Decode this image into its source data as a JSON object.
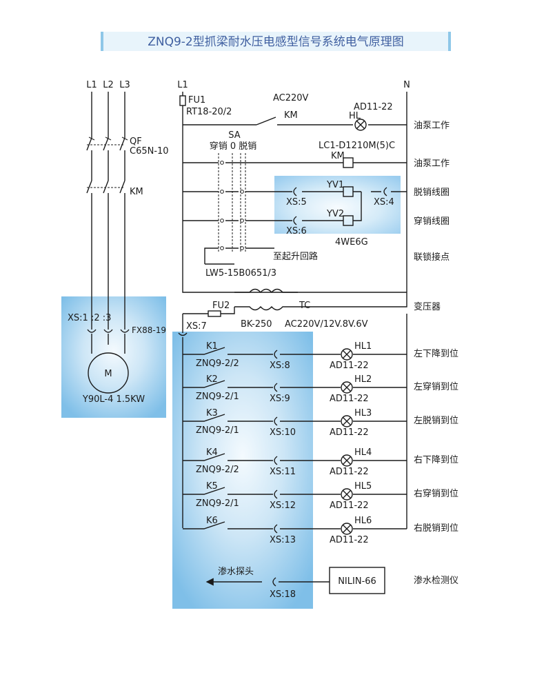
{
  "title": "ZNQ9-2型抓梁耐水压电感型信号系统电气原理图",
  "colors": {
    "title_text": "#3f5fa0",
    "title_bar": "#8ec7e8",
    "panel_light": "#e8f4fb",
    "panel_blue": "#8cc6ea",
    "line": "#1a1a1a"
  },
  "motor_circuit": {
    "phases": [
      "L1",
      "L2",
      "L3"
    ],
    "qf": "QF",
    "qf_model": "C65N-10",
    "km": "KM",
    "connector": "XS:1 :2   :3",
    "plug_model": "FX88-19",
    "motor": "M",
    "motor_model": "Y90L-4 1.5KW"
  },
  "control_circuit": {
    "l1": "L1",
    "n": "N",
    "fuse": "FU1",
    "fuse_model": "RT18-20/2",
    "supply": "AC220V",
    "km_contact": "KM",
    "lamp_model": "AD11-22",
    "lamp": "HL",
    "sa": "SA",
    "sa_positions": "穿销 0 脱销",
    "contactor_model": "LC1-D1210M(5)C",
    "km_coil": "KM",
    "valve": {
      "yv1": "YV1",
      "yv2": "YV2",
      "xs5": "XS:5",
      "xs6": "XS:6",
      "xs4": "XS:4",
      "model": "4WE6G"
    },
    "lift_circuit": "至起升回路",
    "switch_model": "LW5-15B0651/3"
  },
  "transformer": {
    "fuse": "FU2",
    "tc": "TC",
    "model": "BK-250",
    "voltages": "AC220V/12V.8V.6V",
    "xs7": "XS:7"
  },
  "signal_rows": [
    {
      "k": "K1",
      "k_model": "ZNQ9-2/2",
      "xs": "XS:8",
      "hl": "HL1",
      "hl_model": "AD11-22",
      "desc": "左下降到位"
    },
    {
      "k": "K2",
      "k_model": "ZNQ9-2/1",
      "xs": "XS:9",
      "hl": "HL2",
      "hl_model": "AD11-22",
      "desc": "左穿销到位"
    },
    {
      "k": "K3",
      "k_model": "ZNQ9-2/1",
      "xs": "XS:10",
      "hl": "HL3",
      "hl_model": "AD11-22",
      "desc": "左脱销到位"
    },
    {
      "k": "K4",
      "k_model": "ZNQ9-2/2",
      "xs": "XS:11",
      "hl": "HL4",
      "hl_model": "AD11-22",
      "desc": "右下降到位"
    },
    {
      "k": "K5",
      "k_model": "ZNQ9-2/1",
      "xs": "XS:12",
      "hl": "HL5",
      "hl_model": "AD11-22",
      "desc": "右穿销到位"
    },
    {
      "k": "K6",
      "k_model": "",
      "xs": "XS:13",
      "hl": "HL6",
      "hl_model": "AD11-22",
      "desc": "右脱销到位"
    }
  ],
  "leak": {
    "probe": "渗水探头",
    "xs": "XS:18",
    "device": "NILIN-66",
    "desc": "渗水检测仪"
  },
  "descriptions": {
    "pump1": "油泵工作",
    "pump2": "油泵工作",
    "release_coil": "脱销线圈",
    "insert_coil": "穿销线圈",
    "interlock": "联锁接点",
    "transformer": "变压器"
  }
}
